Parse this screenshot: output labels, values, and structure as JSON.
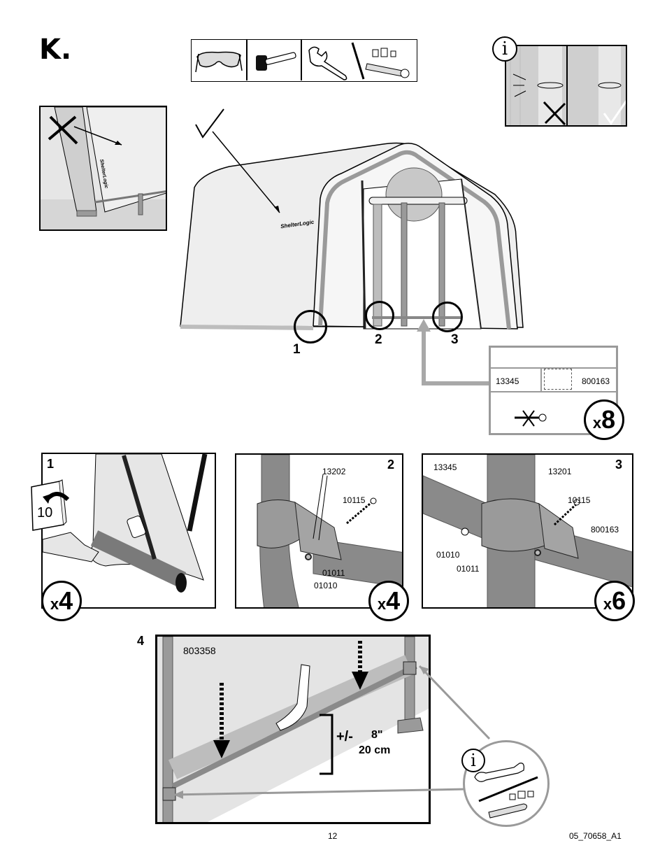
{
  "step": {
    "label": "K."
  },
  "footer": {
    "page_number": "12",
    "doc_code": "05_70658_A1"
  },
  "brand": {
    "logo_text": "ShelterLogic"
  },
  "overview": {
    "callouts": [
      "1",
      "2",
      "3"
    ],
    "hardware_box": {
      "part_left": "13345",
      "part_right": "800163",
      "multiplier": "8"
    }
  },
  "panels": [
    {
      "number": "1",
      "page_ref": "10",
      "multiplier": "4"
    },
    {
      "number": "2",
      "parts": [
        "13202",
        "10115",
        "01011",
        "01010"
      ],
      "multiplier": "4"
    },
    {
      "number": "3",
      "parts": [
        "13345",
        "13201",
        "10115",
        "800163",
        "01010",
        "01011"
      ],
      "multiplier": "6"
    },
    {
      "number": "4",
      "part": "803358",
      "height_prefix": "+/-",
      "height_in": "8\"",
      "height_cm": "20 cm"
    }
  ],
  "info_symbol": "i",
  "colors": {
    "pipe": "#8a8a8a",
    "pipe_dark": "#6e6e6e",
    "cover": "#e8e8e8",
    "pointer": "#a8a8a8"
  },
  "icons": [
    "safety-glasses-icon",
    "mallet-icon",
    "wrench-icon",
    "socket-set-icon",
    "check-mark-icon",
    "cross-mark-icon",
    "info-icon",
    "page-flip-icon"
  ]
}
